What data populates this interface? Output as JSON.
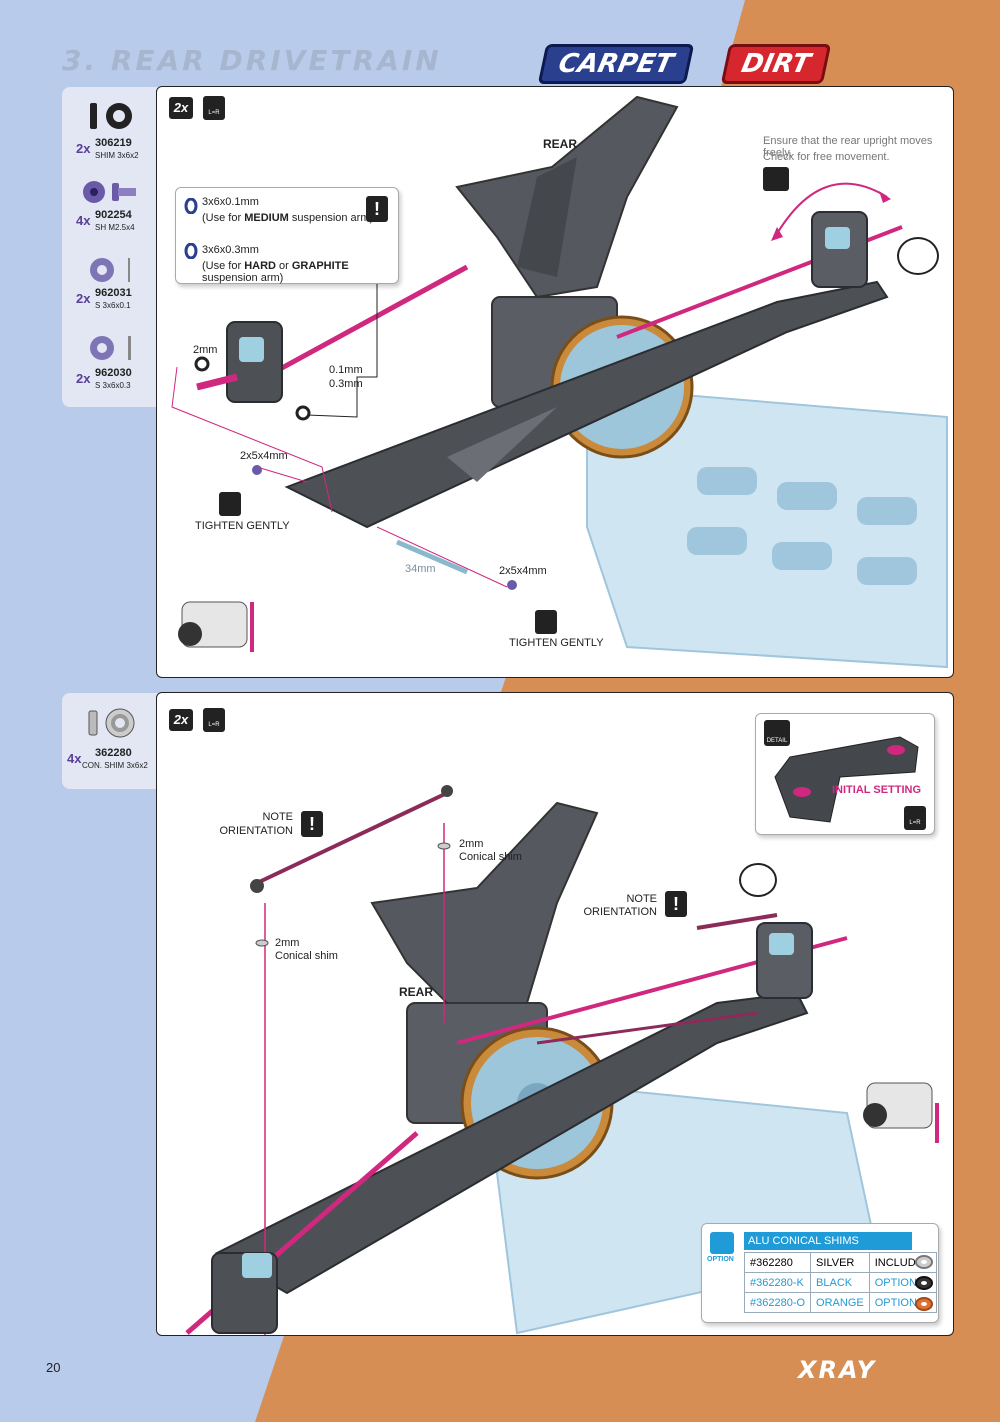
{
  "header": {
    "title": "3. REAR DRIVETRAIN",
    "tag_carpet": "CARPET",
    "tag_dirt": "DIRT"
  },
  "step1": {
    "badge": "2x",
    "lr_label": "L=R",
    "parts": [
      {
        "qty": "2x",
        "code": "306219",
        "desc": "SHIM 3x6x2"
      },
      {
        "qty": "4x",
        "code": "902254",
        "desc": "SH M2.5x4"
      },
      {
        "qty": "2x",
        "code": "962031",
        "desc": "S 3x6x0.1"
      },
      {
        "qty": "2x",
        "code": "962030",
        "desc": "S 3x6x0.3"
      }
    ],
    "shim_note": {
      "line1": "3x6x0.1mm",
      "line2_pre": "(Use for ",
      "line2_bold": "MEDIUM",
      "line2_post": " suspension arm)",
      "line3": "3x6x0.3mm",
      "line4_pre": "(Use for ",
      "line4_bold1": "HARD",
      "line4_mid": " or ",
      "line4_bold2": "GRAPHITE",
      "line4_post": " suspension arm)"
    },
    "rear_label": "REAR",
    "upright_note": {
      "line1": "Ensure that the rear upright moves freely.",
      "line2": "Check for free movement."
    },
    "label_2mm": "2mm",
    "label_01": "0.1mm",
    "label_03": "0.3mm",
    "screw_a": "2x5x4mm",
    "tighten_a": "TIGHTEN GENTLY",
    "pin_len": "34mm",
    "screw_b": "2x5x4mm",
    "tighten_b": "TIGHTEN GENTLY"
  },
  "step2": {
    "badge": "2x",
    "lr_label": "L=R",
    "parts": [
      {
        "qty": "4x",
        "code": "362280",
        "desc": "CON. SHIM 3x6x2"
      }
    ],
    "note_orient_1": {
      "line1": "NOTE",
      "line2": "ORIENTATION"
    },
    "note_orient_2": {
      "line1": "NOTE",
      "line2": "ORIENTATION"
    },
    "conical_1": {
      "line1": "2mm",
      "line2": "Conical shim"
    },
    "conical_2": {
      "line1": "2mm",
      "line2": "Conical shim"
    },
    "rear_label": "REAR",
    "detail_label": "DETAIL",
    "initial_setting": "INITIAL SETTING",
    "option_box": {
      "icon_label": "OPTION",
      "title": "ALU CONICAL SHIMS",
      "rows": [
        {
          "code": "#362280",
          "color": "SILVER",
          "status": "INCLUDED"
        },
        {
          "code": "#362280-K",
          "color": "BLACK",
          "status": "OPTION"
        },
        {
          "code": "#362280-O",
          "color": "ORANGE",
          "status": "OPTION"
        }
      ]
    }
  },
  "footer": {
    "page": "20",
    "brand": "XRAY"
  },
  "colors": {
    "blue_bg": "#b9cbeb",
    "orange_bg": "#d68e54",
    "accent": "#d0287f",
    "purple": "#5a3f97",
    "option_blue": "#1f9bd7"
  }
}
